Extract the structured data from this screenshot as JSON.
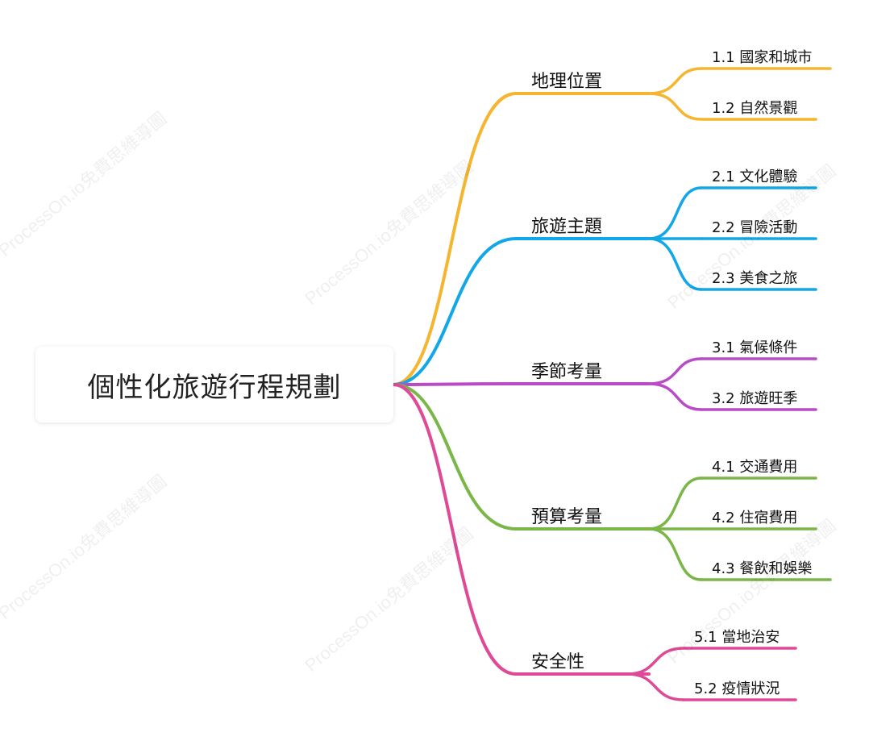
{
  "root": {
    "label": "個性化旅遊行程規劃"
  },
  "watermark_text": "ProcessOn.io免費思維導圖",
  "branches": [
    {
      "label": "地理位置",
      "color": "#F5B52E",
      "children": [
        "1.1 國家和城市",
        "1.2 自然景觀"
      ]
    },
    {
      "label": "旅遊主題",
      "color": "#12A7E8",
      "children": [
        "2.1 文化體驗",
        "2.2 冒險活動",
        "2.3 美食之旅"
      ]
    },
    {
      "label": "季節考量",
      "color": "#B94CC6",
      "children": [
        "3.1 氣候條件",
        "3.2 旅遊旺季"
      ]
    },
    {
      "label": "預算考量",
      "color": "#7AB648",
      "children": [
        "4.1 交通費用",
        "4.2 住宿費用",
        "4.3 餐飲和娛樂"
      ]
    },
    {
      "label": "安全性",
      "color": "#DE4A95",
      "children": [
        "5.1 當地治安",
        "5.2 疫情狀況"
      ]
    }
  ]
}
